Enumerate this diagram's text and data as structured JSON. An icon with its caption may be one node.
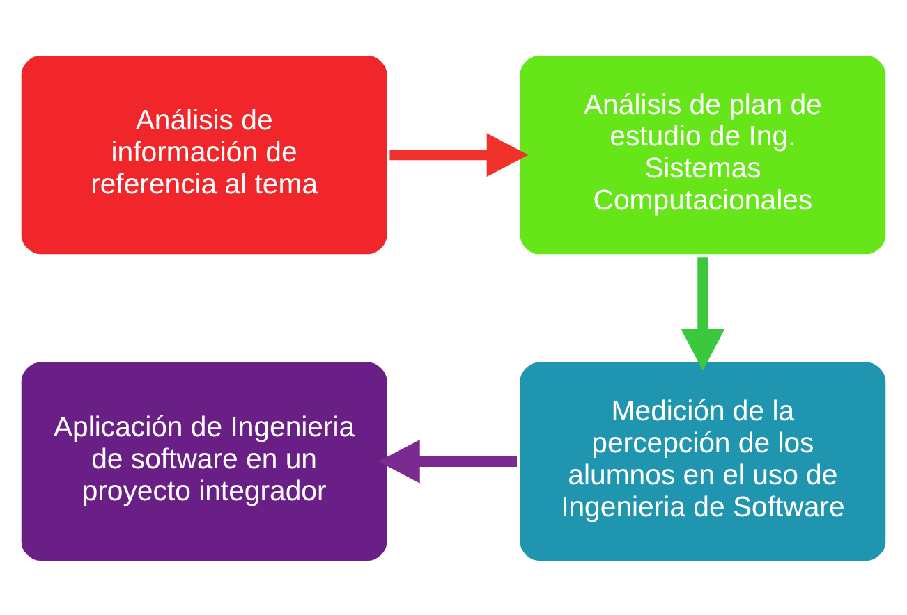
{
  "diagram": {
    "nodes": [
      {
        "text": [
          "Análisis de información de referencia al tema"
        ]
      },
      {
        "text": [
          "Análisis de plan de estudio de Ing. Sistemas Computacionales"
        ]
      },
      {
        "text": [
          "Medición de la percepción de los alumnos en el uso de Ingenieria de Software"
        ]
      },
      {
        "text": [
          "Aplicación de Ingenieria de software en un proyecto integrador"
        ]
      }
    ],
    "edges": [
      {
        "from": 0,
        "to": 1,
        "arrow": "to",
        "color": "#f0322a"
      },
      {
        "from": 1,
        "to": 2,
        "arrow": "to",
        "color": "#3cc83c"
      },
      {
        "from": 2,
        "to": 3,
        "arrow": "to",
        "color": "#7a2a90"
      }
    ]
  }
}
